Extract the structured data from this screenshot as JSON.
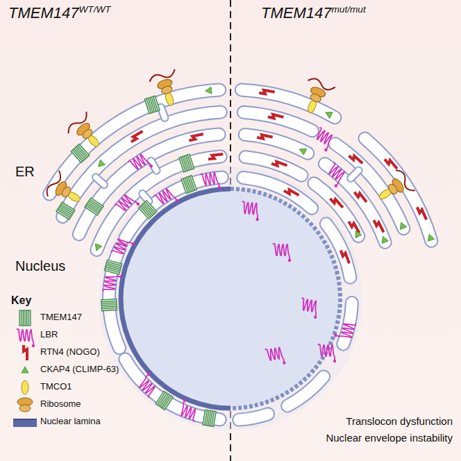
{
  "diagram": {
    "labels": [
      "TMEM147",
      "WT/WT",
      "TMEM147",
      "mut/mut",
      "ER",
      "Nucleus",
      "Key",
      "Translocon dysfunction",
      "Nuclear envelope instability"
    ],
    "legend": [
      {
        "text": "TMEM147"
      },
      {
        "text": "LBR"
      },
      {
        "text": "RTN4 (NOGO)"
      },
      {
        "text": "CKAP4 (CLIMP-63)"
      },
      {
        "text": "TMCO1"
      },
      {
        "text": "Ribosome"
      },
      {
        "text": "Nuclear lamina",
        "color": "#5b6aa6"
      }
    ]
  }
}
